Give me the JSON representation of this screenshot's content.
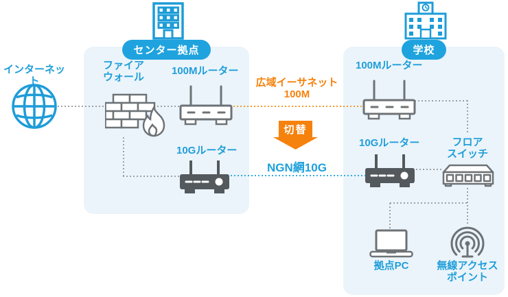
{
  "diagram": {
    "internet": {
      "label": "インターネット"
    },
    "center": {
      "title": "センター拠点",
      "firewall_label": "ファイア\nウォール",
      "router_100m_label": "100Mルーター",
      "router_10g_label": "10Gルーター"
    },
    "school": {
      "title": "学校",
      "router_100m_label": "100Mルーター",
      "router_10g_label": "10Gルーター",
      "floor_switch_label": "フロア\nスイッチ",
      "pc_label": "拠点PC",
      "wireless_ap_label": "無線アクセス\nポイント"
    },
    "links": {
      "wan_ethernet_label": "広域イーサネット\n100M",
      "switchover_label": "切替",
      "ngn_label": "NGN網10G"
    },
    "colors": {
      "accent_blue": "#1FA0DB",
      "zone_background": "#EBF4FB",
      "accent_orange": "#F5820D",
      "icon_gray": "#6D7276",
      "router_dark_gray": "#54595E"
    }
  }
}
